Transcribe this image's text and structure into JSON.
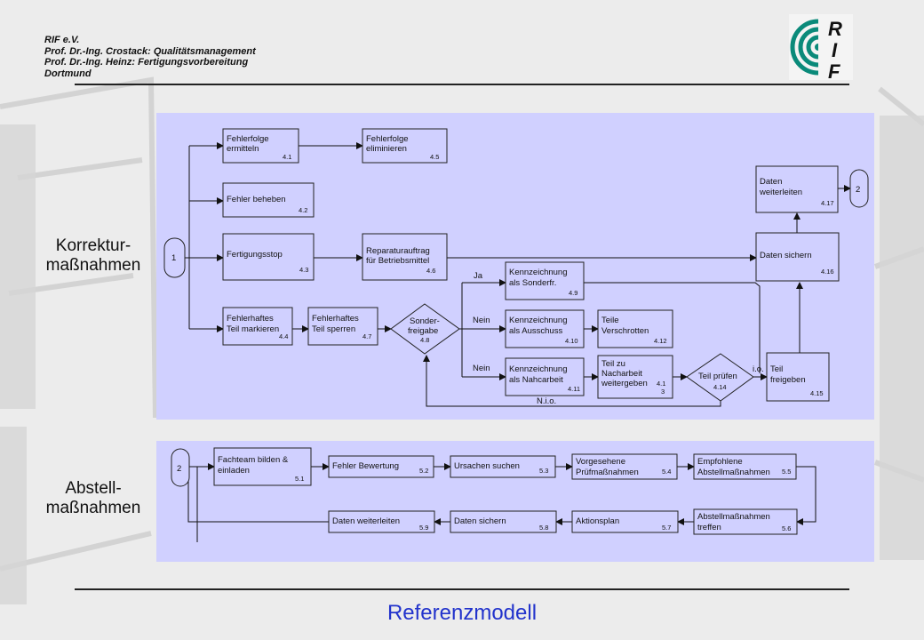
{
  "header": {
    "lines": [
      "RIF e.V.",
      "Prof. Dr.-Ing. Crostack: Qualitätsmanagement",
      "Prof. Dr.-Ing. Heinz: Fertigungsvorbereitung",
      "Dortmund"
    ],
    "logo_text": "RIF",
    "logo_color": "#0a8a7a"
  },
  "labels": {
    "korrektur": [
      "Korrektur-",
      "maßnahmen"
    ],
    "abstell": [
      "Abstell-",
      "maßnahmen"
    ]
  },
  "title": "Referenzmodell",
  "panel_color": "#d0d0ff",
  "title_color": "#2233cc",
  "korrektur": {
    "connectors": {
      "start": "1",
      "end": "2"
    },
    "boxes": {
      "b41": {
        "lines": [
          "Fehlerfolge",
          "ermitteln"
        ],
        "num": "4.1"
      },
      "b45": {
        "lines": [
          "Fehlerfolge",
          "eliminieren"
        ],
        "num": "4.5"
      },
      "b42": {
        "lines": [
          "Fehler beheben"
        ],
        "num": "4.2"
      },
      "b43": {
        "lines": [
          "Fertigungsstop"
        ],
        "num": "4.3"
      },
      "b46": {
        "lines": [
          "Reparaturauftrag",
          "für Betriebsmittel"
        ],
        "num": "4.6"
      },
      "b44": {
        "lines": [
          "Fehlerhaftes",
          "Teil markieren"
        ],
        "num": "4.4"
      },
      "b47": {
        "lines": [
          "Fehlerhaftes",
          "Teil sperren"
        ],
        "num": "4.7"
      },
      "b49": {
        "lines": [
          "Kennzeichnung",
          "als Sonderfr."
        ],
        "num": "4.9"
      },
      "b410": {
        "lines": [
          "Kennzeichnung",
          "als Ausschuss"
        ],
        "num": "4.10"
      },
      "b412": {
        "lines": [
          "Teile",
          "Verschrotten"
        ],
        "num": "4.12"
      },
      "b411": {
        "lines": [
          "Kennzeichnung",
          "als Nahcarbeit"
        ],
        "num": "4.11"
      },
      "b413": {
        "lines": [
          "Teil zu",
          "Nacharbeit",
          "weitergeben"
        ],
        "num": "4.1",
        "num2": "3"
      },
      "b415": {
        "lines": [
          "Teil",
          "freigeben"
        ],
        "num": "4.15"
      },
      "b416": {
        "lines": [
          "Daten sichern"
        ],
        "num": "4.16"
      },
      "b417": {
        "lines": [
          "Daten",
          "weiterleiten"
        ],
        "num": "4.17"
      }
    },
    "diamonds": {
      "d48": {
        "lines": [
          "Sonder-",
          "freigabe"
        ],
        "num": "4.8"
      },
      "d414": {
        "lines": [
          "Teil prüfen"
        ],
        "num": "4.14"
      }
    },
    "edge_labels": {
      "ja": "Ja",
      "nein1": "Nein",
      "nein2": "Nein",
      "io": "i.o.",
      "nio": "N.i.o."
    }
  },
  "abstell": {
    "connector": "2",
    "boxes": {
      "b51": {
        "lines": [
          "Fachteam bilden &",
          "einladen"
        ],
        "num": "5.1"
      },
      "b52": {
        "lines": [
          "Fehler Bewertung"
        ],
        "num": "5.2"
      },
      "b53": {
        "lines": [
          "Ursachen suchen"
        ],
        "num": "5.3"
      },
      "b54": {
        "lines": [
          "Vorgesehene",
          "Prüfmaßnahmen"
        ],
        "num": "5.4"
      },
      "b55": {
        "lines": [
          "Empfohlene",
          "Abstellmaßnahmen"
        ],
        "num": "5.5"
      },
      "b56": {
        "lines": [
          "Abstellmaßnahmen",
          "treffen"
        ],
        "num": "5.6"
      },
      "b57": {
        "lines": [
          "Aktionsplan"
        ],
        "num": "5.7"
      },
      "b58": {
        "lines": [
          "Daten sichern"
        ],
        "num": "5.8"
      },
      "b59": {
        "lines": [
          "Daten weiterleiten"
        ],
        "num": "5.9"
      }
    }
  }
}
